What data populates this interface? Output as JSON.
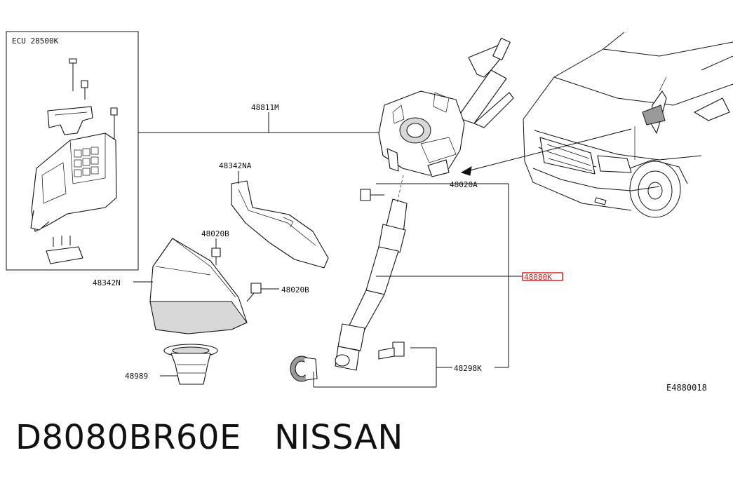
{
  "labels": {
    "ecu": "ECU 28500K",
    "column": "48811M",
    "cover_na": "48342NA",
    "clip_b1": "48020B",
    "cover_n": "48342N",
    "clip_b2": "48020B",
    "boot": "48989",
    "bolt_a": "48020A",
    "shaft": "48080K",
    "bolt_k": "48298K",
    "figure_id": "E4880018"
  },
  "footer": {
    "part_number": "D8080BR60E",
    "brand": "NISSAN"
  },
  "colors": {
    "highlight": "#e02020",
    "line": "#111111"
  }
}
